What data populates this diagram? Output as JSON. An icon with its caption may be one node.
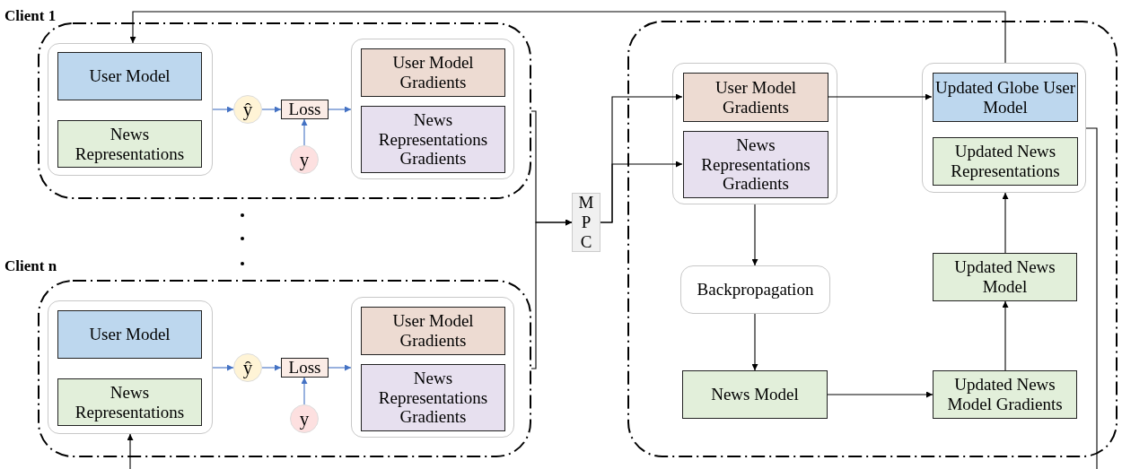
{
  "diagram": {
    "nodes": [
      {
        "text": [
          "Client 1"
        ]
      },
      {
        "text": [],
        "shape": "box",
        "in": 0
      },
      {
        "text": [
          "User Model"
        ],
        "in": 1
      },
      {
        "text": [
          "News Representations"
        ],
        "in": 1
      },
      {
        "text": [
          "ŷ"
        ],
        "in": 0
      },
      {
        "text": [
          "Loss"
        ],
        "in": 0
      },
      {
        "text": [
          "y"
        ],
        "in": 0
      },
      {
        "text": [],
        "shape": "box",
        "in": 0
      },
      {
        "text": [
          "User Model Gradients"
        ],
        "in": 7
      },
      {
        "text": [
          "News Representations Gradients"
        ],
        "in": 7
      },
      {
        "text": [
          "Client n"
        ]
      },
      {
        "text": [],
        "shape": "box",
        "in": 10
      },
      {
        "text": [
          "User Model"
        ],
        "in": 11
      },
      {
        "text": [
          "News Representations"
        ],
        "in": 11
      },
      {
        "text": [
          "ŷ"
        ],
        "in": 10
      },
      {
        "text": [
          "Loss"
        ],
        "in": 10
      },
      {
        "text": [
          "y"
        ],
        "in": 10
      },
      {
        "text": [],
        "shape": "box",
        "in": 10
      },
      {
        "text": [
          "User Model Gradients"
        ],
        "in": 17
      },
      {
        "text": [
          "News Representations Gradients"
        ],
        "in": 17
      },
      {
        "text": [
          "MPC"
        ]
      },
      {
        "text": [],
        "shape": "box"
      },
      {
        "text": [],
        "shape": "box",
        "in": 21
      },
      {
        "text": [
          "User Model Gradients"
        ],
        "in": 22
      },
      {
        "text": [
          "News Representations Gradients"
        ],
        "in": 22
      },
      {
        "text": [
          "Backpropagation"
        ],
        "in": 21
      },
      {
        "text": [
          "News Model"
        ],
        "in": 21
      },
      {
        "text": [
          "Updated News Model Gradients"
        ],
        "in": 21
      },
      {
        "text": [
          "Updated News Model"
        ],
        "in": 21
      },
      {
        "text": [],
        "shape": "box",
        "in": 21
      },
      {
        "text": [
          "Updated Globe User Model"
        ],
        "in": 29
      },
      {
        "text": [
          "Updated News Representations"
        ],
        "in": 29
      }
    ],
    "edges": [
      {
        "from": 1,
        "to": 4,
        "arrow": "to",
        "color": "#4472c4"
      },
      {
        "from": 4,
        "to": 5,
        "arrow": "to",
        "color": "#4472c4"
      },
      {
        "from": 6,
        "to": 5,
        "arrow": "to",
        "color": "#4472c4"
      },
      {
        "from": 5,
        "to": 7,
        "arrow": "to",
        "color": "#4472c4"
      },
      {
        "from": 11,
        "to": 14,
        "arrow": "to",
        "color": "#4472c4"
      },
      {
        "from": 14,
        "to": 15,
        "arrow": "to",
        "color": "#4472c4"
      },
      {
        "from": 16,
        "to": 15,
        "arrow": "to",
        "color": "#4472c4"
      },
      {
        "from": 15,
        "to": 17,
        "arrow": "to",
        "color": "#4472c4"
      },
      {
        "from": 0,
        "to": 20,
        "arrow": "to"
      },
      {
        "from": 10,
        "to": 20,
        "arrow": "to"
      },
      {
        "from": 20,
        "to": 23,
        "arrow": "to"
      },
      {
        "from": 20,
        "to": 24,
        "arrow": "to"
      },
      {
        "from": 23,
        "to": 30,
        "arrow": "to"
      },
      {
        "from": 22,
        "to": 25,
        "arrow": "to"
      },
      {
        "from": 25,
        "to": 26,
        "arrow": "to"
      },
      {
        "from": 26,
        "to": 27,
        "arrow": "to"
      },
      {
        "from": 27,
        "to": 28,
        "arrow": "to"
      },
      {
        "from": 28,
        "to": 29,
        "arrow": "to"
      },
      {
        "from": 29,
        "to": 1,
        "arrow": "to"
      },
      {
        "from": 29,
        "to": null,
        "arrow": "none"
      },
      {
        "from": null,
        "to": 11,
        "arrow": "to"
      }
    ]
  }
}
